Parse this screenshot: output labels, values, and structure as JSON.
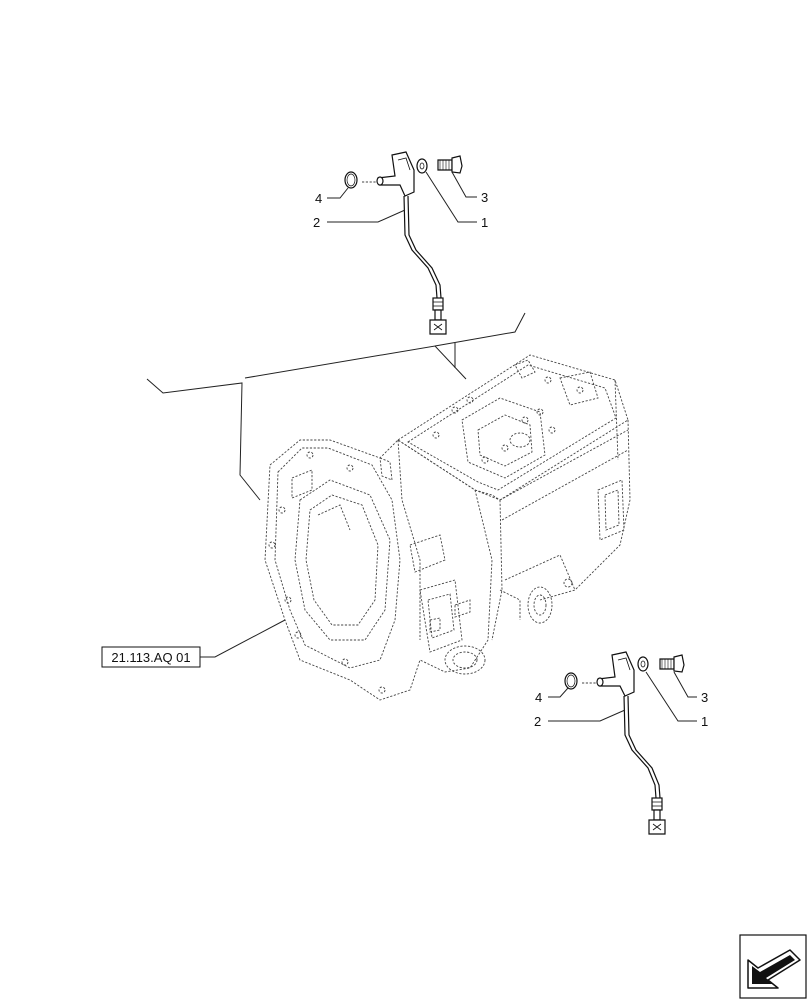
{
  "reference_box": {
    "label": "21.113.AQ 01"
  },
  "callouts_top": [
    {
      "id": "top-4",
      "text": "4"
    },
    {
      "id": "top-2",
      "text": "2"
    },
    {
      "id": "top-3",
      "text": "3"
    },
    {
      "id": "top-1",
      "text": "1"
    }
  ],
  "callouts_bottom": [
    {
      "id": "bottom-4",
      "text": "4"
    },
    {
      "id": "bottom-2",
      "text": "2"
    },
    {
      "id": "bottom-3",
      "text": "3"
    },
    {
      "id": "bottom-1",
      "text": "1"
    }
  ],
  "nav_icon": {
    "name": "next-page-arrow-icon"
  }
}
